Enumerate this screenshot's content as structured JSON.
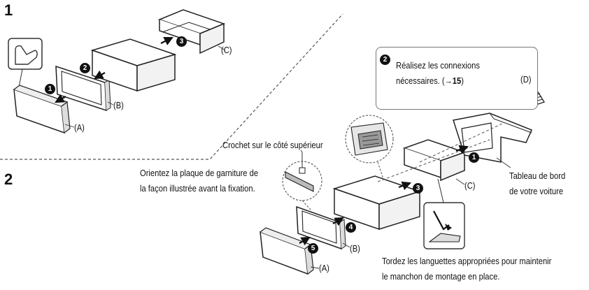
{
  "steps": {
    "step1": "1",
    "step2": "2"
  },
  "parts": {
    "a": "(A)",
    "b": "(B)",
    "c": "(C)",
    "d": "(D)"
  },
  "markers": [
    "1",
    "2",
    "3",
    "4",
    "5"
  ],
  "callout": {
    "marker": "2",
    "line1": "Réalisez les connexions",
    "line2": "nécessaires. (",
    "ref_arrow": "→",
    "ref_page": "15",
    "close": ")"
  },
  "labels": {
    "hook_top": "Crochet sur le côté supérieur",
    "orient_line1": "Orientez la plaque de garniture de",
    "orient_line2": "la façon illustrée avant la fixation.",
    "dashboard_line1": "Tableau de bord",
    "dashboard_line2": "de votre voiture",
    "tabs_line1": "Tordez les languettes appropriées pour maintenir",
    "tabs_line2": "le manchon de montage en place."
  },
  "icons": {
    "hand": "hand-press-icon",
    "connector": "connector-plug-icon",
    "mount-tab": "bent-tab-icon"
  }
}
